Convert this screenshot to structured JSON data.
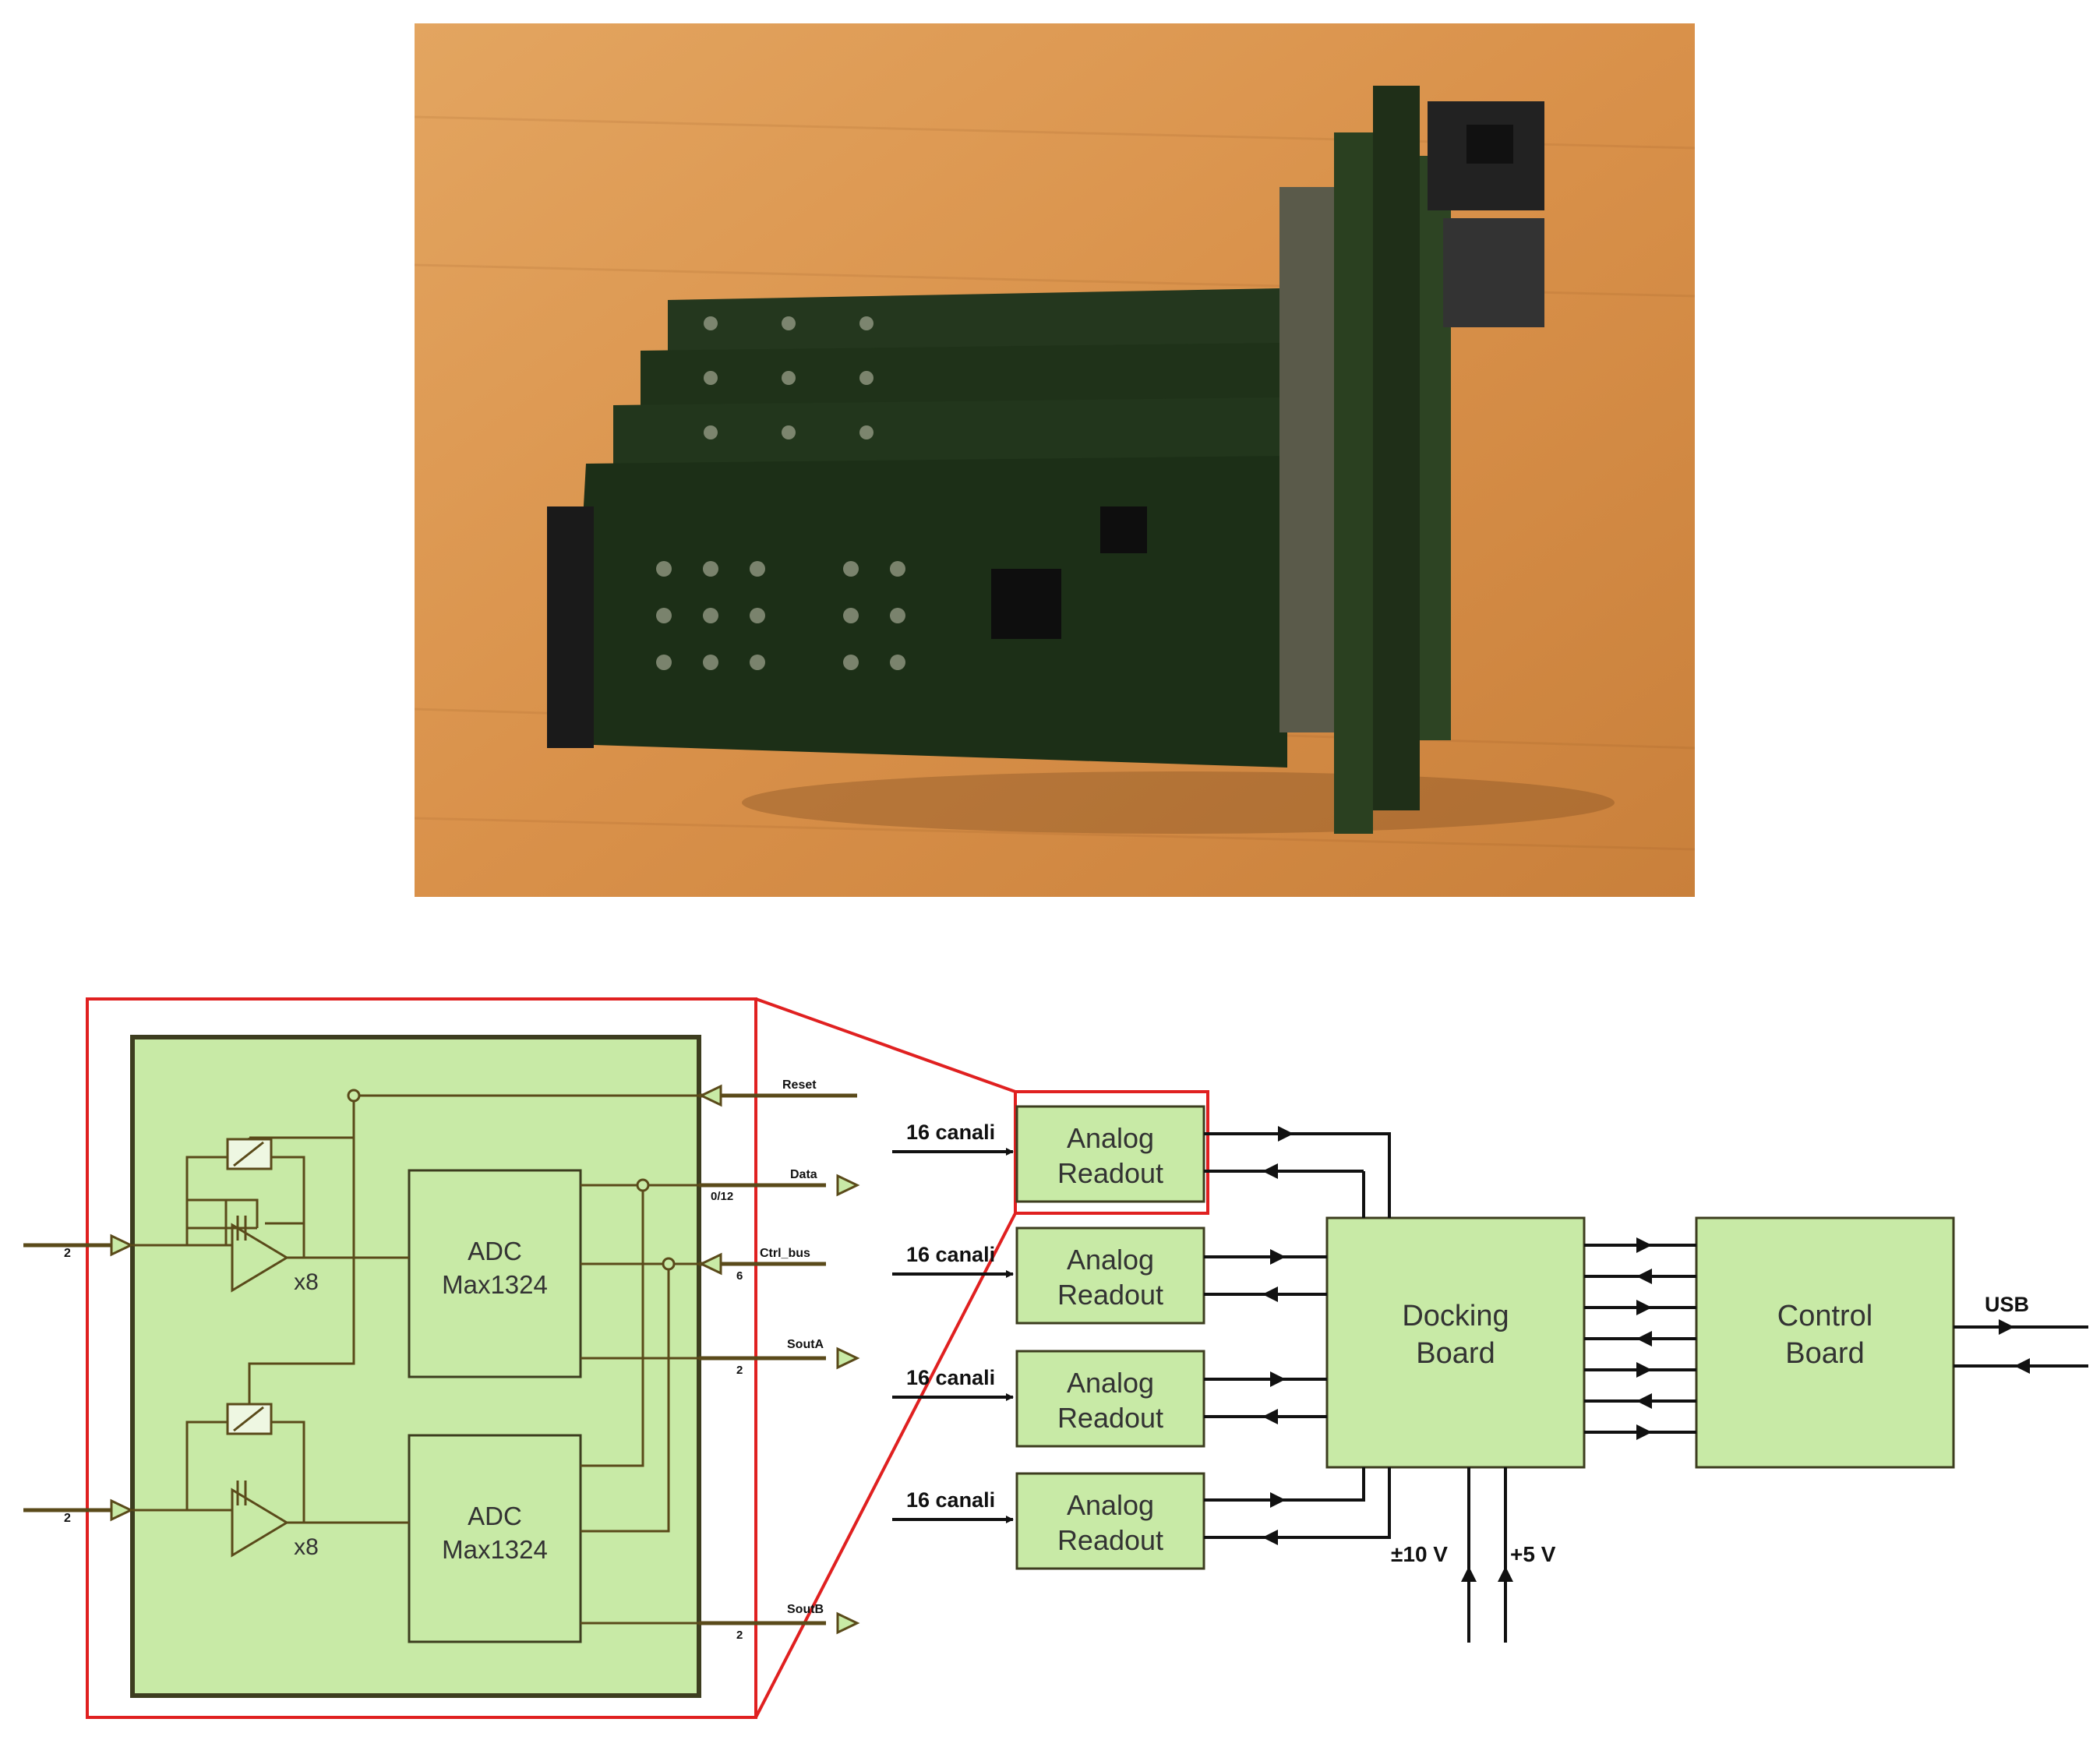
{
  "photo": {
    "icon": "pcb-assembly-photo"
  },
  "detail": {
    "adc_top": {
      "line1": "ADC",
      "line2": "Max1324"
    },
    "adc_bottom": {
      "line1": "ADC",
      "line2": "Max1324"
    },
    "gain_top": "x8",
    "gain_bottom": "x8",
    "signals": {
      "reset": "Reset",
      "data": "Data",
      "ctrl_bus": "Ctrl_bus",
      "sout_a": "SoutA",
      "sout_b": "SoutB"
    },
    "bus_widths": {
      "in_top": "2",
      "in_bottom": "2",
      "data": "0/12",
      "ctrl": "6",
      "sout_a": "2",
      "sout_b": "2"
    }
  },
  "system": {
    "inputs": [
      "16 canali",
      "16 canali",
      "16 canali",
      "16 canali"
    ],
    "readouts": [
      {
        "line1": "Analog",
        "line2": "Readout"
      },
      {
        "line1": "Analog",
        "line2": "Readout"
      },
      {
        "line1": "Analog",
        "line2": "Readout"
      },
      {
        "line1": "Analog",
        "line2": "Readout"
      }
    ],
    "docking": {
      "line1": "Docking",
      "line2": "Board"
    },
    "control": {
      "line1": "Control",
      "line2": "Board"
    },
    "usb": "USB",
    "power_a": "±10 V",
    "power_b": "+5 V"
  },
  "colors": {
    "block_fill": "#c8eaa6",
    "block_stroke": "#3d3d1f",
    "zoom": "#e02020",
    "wire": "#5a4a1a"
  }
}
